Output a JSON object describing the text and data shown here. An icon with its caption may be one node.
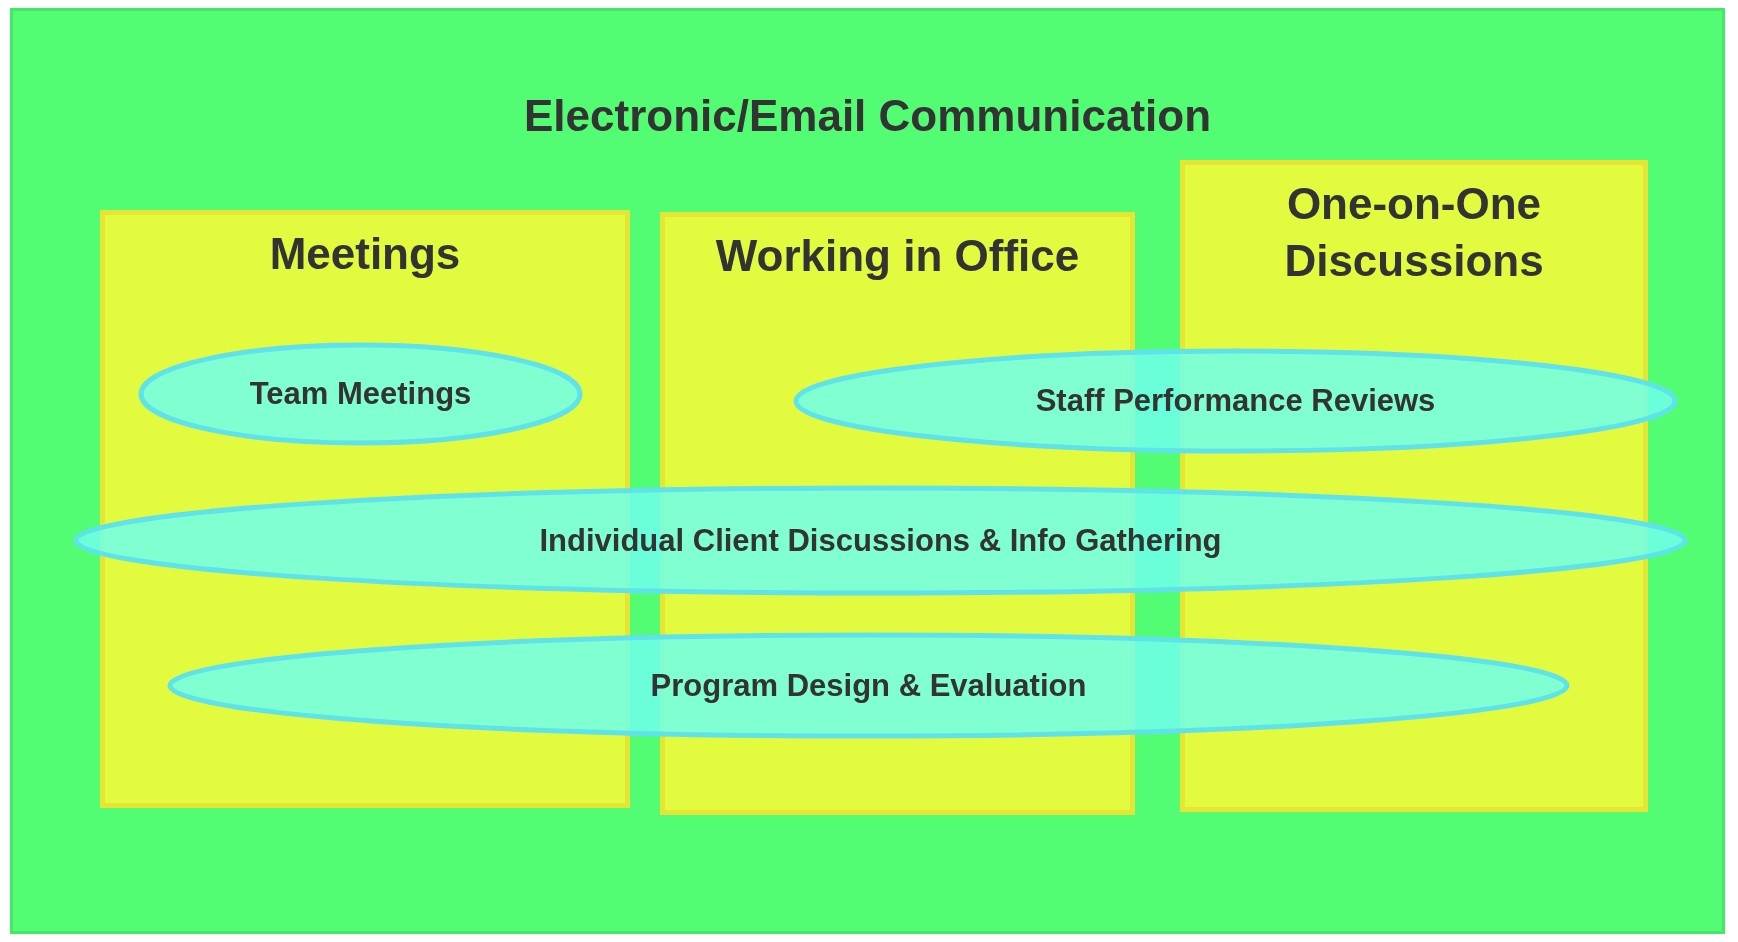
{
  "diagram": {
    "nodes": [
      {
        "text": [
          "Electronic/Email Communication"
        ]
      },
      {
        "text": [
          "Meetings"
        ],
        "in": 0
      },
      {
        "text": [
          "Working in Office"
        ],
        "in": 0
      },
      {
        "text": [
          "One-on-One Discussions"
        ],
        "in": 0
      },
      {
        "text": [
          "Team Meetings"
        ],
        "in": 1
      },
      {
        "text": [
          "Staff Performance Reviews"
        ],
        "in": 0
      },
      {
        "text": [
          "Individual Client Discussions & Info Gathering"
        ],
        "in": 0
      },
      {
        "text": [
          "Program Design & Evaluation"
        ],
        "in": 0
      }
    ]
  }
}
